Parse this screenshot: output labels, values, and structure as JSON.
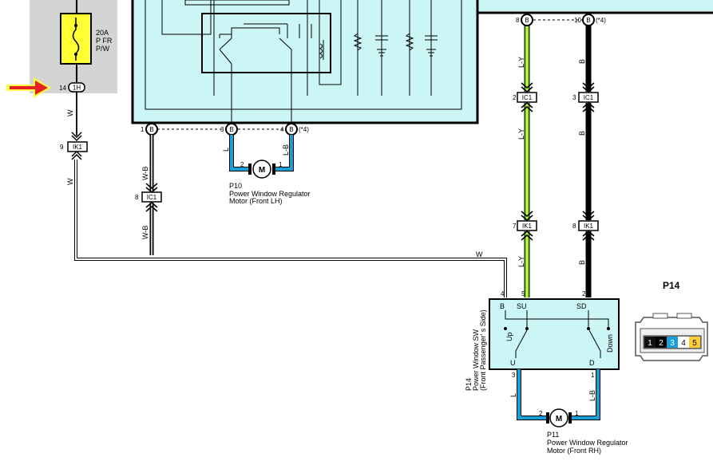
{
  "fuse": {
    "rating": "20A",
    "name1": "P FR",
    "name2": "P/W"
  },
  "connectors": {
    "c1h": {
      "pin": "14",
      "label": "1H"
    },
    "ik1_left": {
      "pin": "9",
      "label": "IK1"
    },
    "ic1_left": {
      "pin": "8",
      "label": "IC1"
    },
    "b1": {
      "pin": "1",
      "label": "B"
    },
    "b3": {
      "pin": "3",
      "label": "B"
    },
    "b4": {
      "pin": "4",
      "label": "B",
      "note": "(*4)"
    },
    "b8": {
      "pin": "8",
      "label": "B"
    },
    "b10": {
      "pin": "10",
      "label": "B",
      "note": "(*4)"
    },
    "ic1_2": {
      "pin": "2",
      "label": "IC1"
    },
    "ic1_3": {
      "pin": "3",
      "label": "IC1"
    },
    "ik1_7": {
      "pin": "7",
      "label": "IK1"
    },
    "ik1_8": {
      "pin": "8",
      "label": "IK1"
    }
  },
  "wires": {
    "w1": "W",
    "w2": "W",
    "w3": "W",
    "wb1": "W-B",
    "wb2": "W-B",
    "l1": "L",
    "lb1": "L-B",
    "ly1": "L-Y",
    "ly2": "L-Y",
    "ly3": "L-Y",
    "b_1": "B",
    "b_2": "B",
    "b_3": "B",
    "l2": "L",
    "lb2": "L-B"
  },
  "motor_lh": {
    "symbol": "M",
    "pin2": "2",
    "pin1": "1",
    "code": "P10",
    "line1": "Power Window Regulator",
    "line2": "Motor (Front LH)"
  },
  "motor_rh": {
    "symbol": "M",
    "pin2": "2",
    "pin1": "1",
    "code": "P11",
    "line1": "Power Window Regulator",
    "line2": "Motor (Front RH)"
  },
  "switch": {
    "pin4": "4",
    "pin5": "5",
    "pin2": "2",
    "pin3": "3",
    "pin1": "1",
    "term_b": "B",
    "term_su": "SU",
    "term_sd": "SD",
    "term_u": "U",
    "term_d": "D",
    "up": "Up",
    "down": "Down",
    "code": "P14",
    "name1": "Power Window SW",
    "name2": "(Front Passenger' s Side)"
  },
  "connector_view": {
    "title": "P14",
    "pins": [
      "1",
      "2",
      "3",
      "4",
      "5"
    ]
  }
}
